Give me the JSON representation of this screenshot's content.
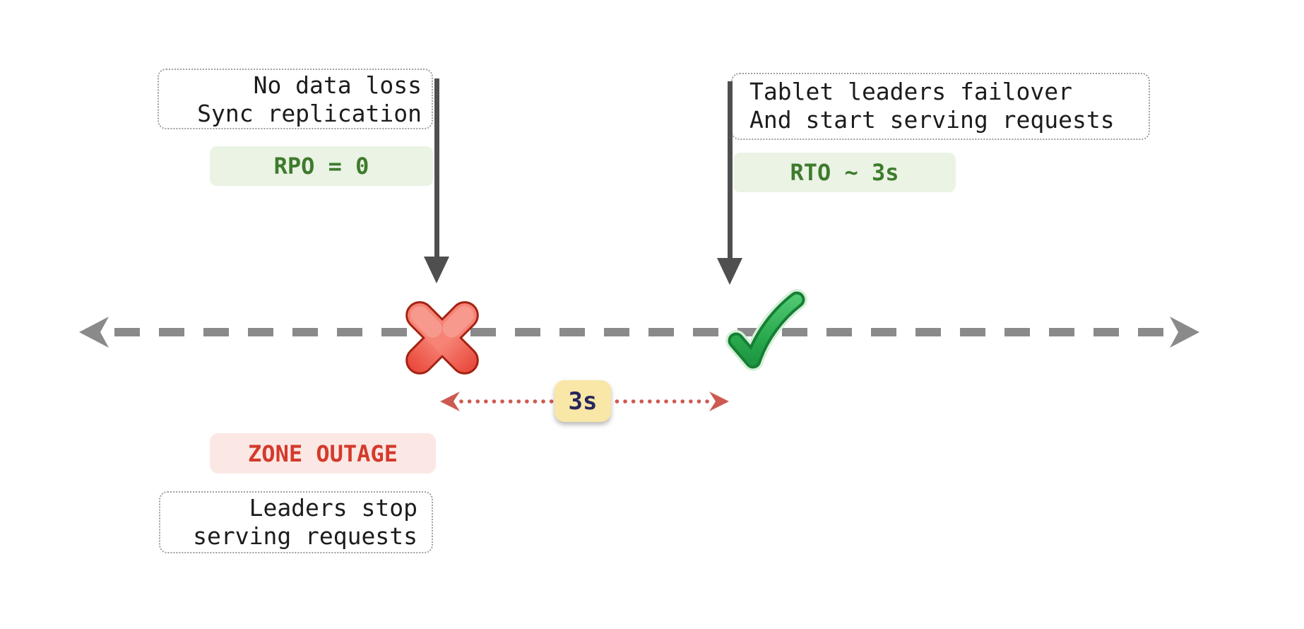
{
  "diagram": {
    "title_hint": "zone-outage-failover-timeline",
    "left_note": {
      "line1": "No data loss",
      "line2": "Sync replication"
    },
    "rpo_badge": {
      "label": "RPO = 0"
    },
    "right_note": {
      "line1": "Tablet leaders failover",
      "line2": "And start serving requests"
    },
    "rto_badge": {
      "label": "RTO ~ 3s"
    },
    "duration_badge": {
      "label": "3s"
    },
    "outage_badge": {
      "label": "ZONE OUTAGE"
    },
    "bottom_note": {
      "line1": "Leaders stop",
      "line2": "serving requests"
    },
    "icons": {
      "failure_marker": "cross-mark-icon",
      "recovery_marker": "check-mark-icon",
      "event_pointers": "down-arrow-icon",
      "timeline": "dashed-double-headed-arrow-icon",
      "duration_span": "dotted-double-headed-arrow-icon"
    },
    "colors": {
      "background": "#ffffff",
      "timeline_gray": "#8a8a8a",
      "event_arrow_dark": "#4f4f4f",
      "note_border": "#9e9e9e",
      "note_text": "#1c1c1c",
      "green_badge_bg": "#eaf3e4",
      "green_badge_text": "#3e7b2d",
      "outage_badge_bg": "#fbe7e4",
      "outage_badge_text": "#d43a2c",
      "duration_badge_bg": "#f8e7a6",
      "duration_badge_text": "#26265c",
      "measure_red": "#cc5a50",
      "cross_red": "#d6311f",
      "check_green": "#27a24a"
    }
  }
}
